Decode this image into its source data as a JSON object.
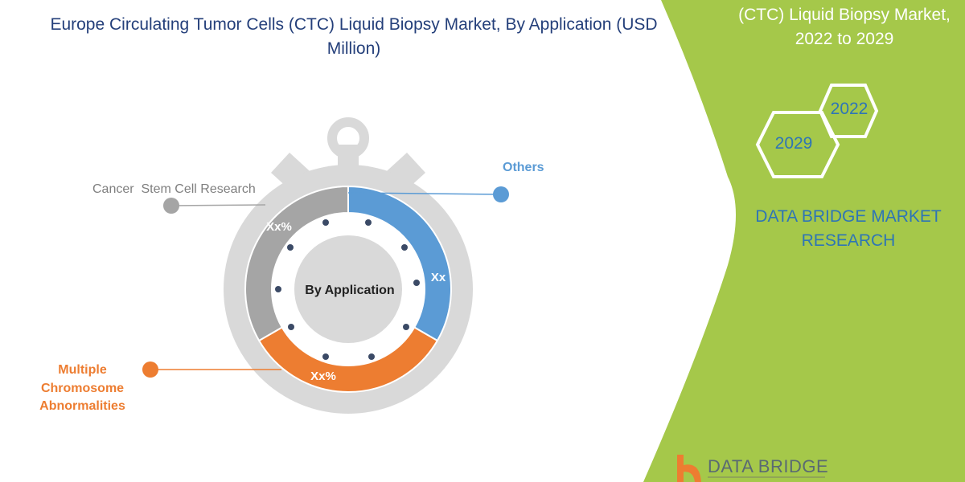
{
  "title": "Europe Circulating Tumor Cells (CTC) Liquid Biopsy Market, By Application (USD Million)",
  "side_panel": {
    "title_line1": "(CTC) Liquid Biopsy Market,",
    "title_line2": "2022 to 2029",
    "year_base": "2022",
    "year_forecast": "2029",
    "brand": "DATA BRIDGE MARKET RESEARCH",
    "logo_text": "DATA BRIDGE",
    "color": "#a5c84a"
  },
  "chart_data": {
    "type": "pie",
    "center_label": "By Application",
    "segments": [
      {
        "name": "Others",
        "label": "Xx",
        "share": 33.3,
        "color": "#5b9bd5"
      },
      {
        "name": "Multiple Chromosome Abnormalities",
        "label": "Xx%",
        "share": 33.3,
        "color": "#ed7d31"
      },
      {
        "name": "Cancer  Stem Cell Research",
        "label": "Xx%",
        "share": 33.3,
        "color": "#a5a5a5"
      }
    ]
  }
}
